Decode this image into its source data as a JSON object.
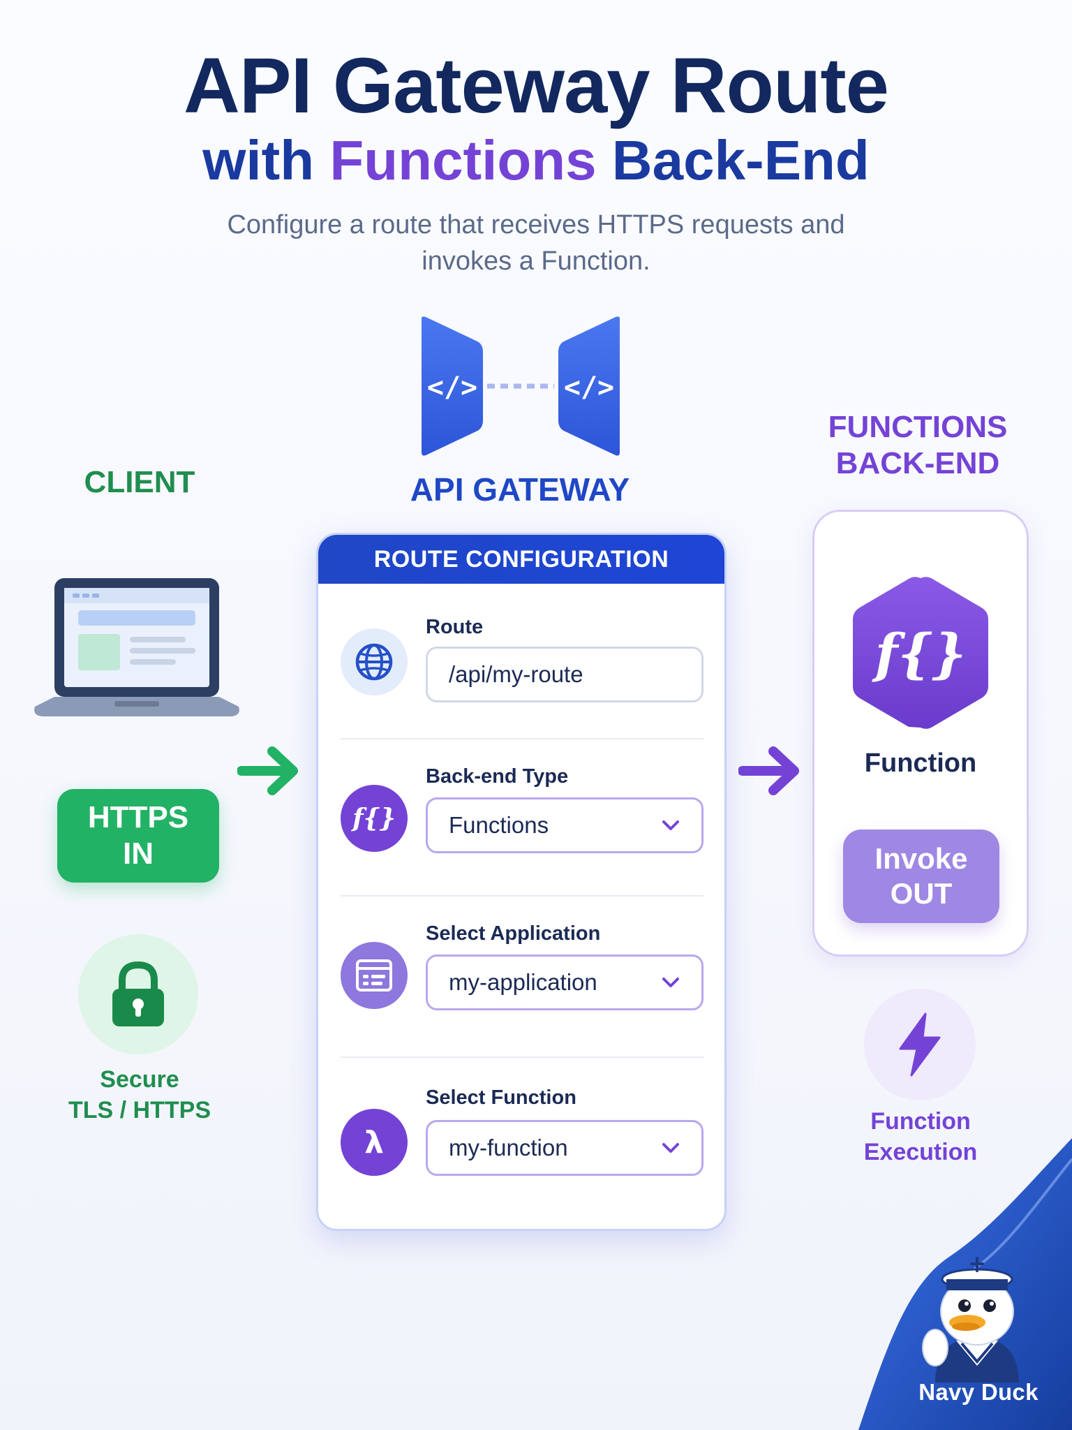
{
  "header": {
    "title_line1": "API Gateway Route",
    "title_line2_part1": "with ",
    "title_line2_accent": "Functions",
    "title_line2_part2": " Back-End",
    "subtitle": "Configure a route that receives HTTPS requests and invokes a Function."
  },
  "client": {
    "heading": "CLIENT",
    "https_badge_line1": "HTTPS",
    "https_badge_line2": "IN",
    "secure_line1": "Secure",
    "secure_line2": "TLS / HTTPS",
    "icons": [
      "laptop-icon",
      "lock-icon"
    ]
  },
  "gateway": {
    "heading": "API GATEWAY",
    "icon": "code-brackets-icon",
    "icon_glyph": "</>"
  },
  "route_config": {
    "header": "ROUTE CONFIGURATION",
    "fields": [
      {
        "label": "Route",
        "value": "/api/my-route",
        "kind": "text",
        "icon": "globe-icon"
      },
      {
        "label": "Back-end Type",
        "value": "Functions",
        "kind": "select",
        "icon": "function-icon",
        "icon_glyph": "f{}"
      },
      {
        "label": "Select Application",
        "value": "my-application",
        "kind": "select",
        "icon": "application-window-icon"
      },
      {
        "label": "Select Function",
        "value": "my-function",
        "kind": "select",
        "icon": "lambda-icon",
        "icon_glyph": "λ"
      }
    ]
  },
  "backend": {
    "heading_line1": "FUNCTIONS",
    "heading_line2": "BACK-END",
    "function_glyph": "f{}",
    "function_label": "Function",
    "invoke_line1": "Invoke",
    "invoke_line2": "OUT",
    "execution_line1": "Function",
    "execution_line2": "Execution",
    "icons": [
      "function-hexagon-icon",
      "lightning-bolt-icon"
    ]
  },
  "brand": {
    "name": "Navy Duck",
    "mascot": "sailor-duck-mascot"
  },
  "colors": {
    "navy": "#12285e",
    "gateway_blue": "#1f47c6",
    "functions_purple": "#7443d6",
    "client_green": "#22b265",
    "invoke_purple": "#9f87e4",
    "wave_blue": "#1e4fc9"
  }
}
